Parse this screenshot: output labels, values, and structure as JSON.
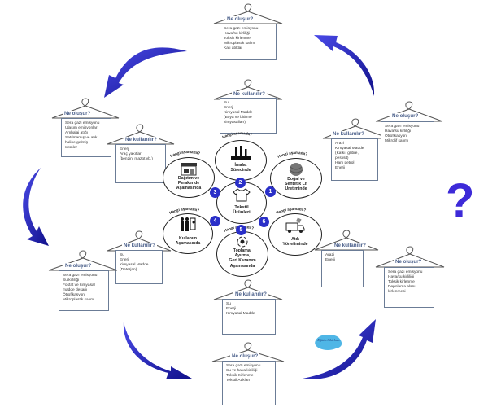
{
  "diagram": {
    "center": {
      "title_line1": "Tekstil",
      "title_line2": "Ürünleri"
    },
    "stage_prompt": "Hangi aşamada?",
    "stages": [
      {
        "number": "1",
        "label_lines": [
          "Doğal ve",
          "Sentetik Lif",
          "Üretiminde"
        ],
        "icon": "yarn-ball-icon"
      },
      {
        "number": "2",
        "label_lines": [
          "İmalat",
          "Sürecinde"
        ],
        "icon": "factory-icon"
      },
      {
        "number": "3",
        "label_lines": [
          "Dağıtım ve",
          "Perakende",
          "Aşamasında"
        ],
        "icon": "store-icon"
      },
      {
        "number": "4",
        "label_lines": [
          "Kullanım",
          "Aşamasında"
        ],
        "icon": "people-icon"
      },
      {
        "number": "5",
        "label_lines": [
          "Toplama,",
          "Ayırma,",
          "Geri Kazanım",
          "Aşamasında"
        ],
        "icon": "recycle-gear-icon"
      },
      {
        "number": "6",
        "label_lines": [
          "Atık",
          "Yönetiminde"
        ],
        "icon": "garbage-truck-icon"
      }
    ],
    "cards": {
      "top_olusur": {
        "title": "Ne oluşur?",
        "items": [
          "Sera gazı emisyonu",
          "Hava/su kirliliği",
          "Toksik kirlenme",
          "Mikroplastik salımı",
          "Katı atıklar"
        ]
      },
      "top_kullanilir": {
        "title": "Ne kullanılır?",
        "items": [
          "Su",
          "Enerji",
          "Kimyasal Madde",
          "(Boya ve bitirme",
          "kimyasalları)"
        ]
      },
      "left_olusur": {
        "title": "Ne oluşur?",
        "items": [
          "Sera gazı emisyonu",
          "Ulaşım emisyonları",
          "Ambalaj atığı",
          "Satılmamış ve atık",
          "haline gelmiş",
          "ürünler"
        ]
      },
      "left_kullanilir": {
        "title": "Ne kullanılır?",
        "items": [
          "Enerji",
          "Araç yakıtları",
          "(benzin, mazot vb.)"
        ]
      },
      "right_kullanilir": {
        "title": "Ne kullanılır?",
        "items": [
          "Arazi",
          "Kimyasal Madde",
          "(Katkı, gübre,",
          "pestisit)",
          "Ham petrol",
          "Enerji"
        ]
      },
      "right_olusur": {
        "title": "Ne oluşur?",
        "items": [
          "Sera gazı emisyonu",
          "Hava/su kirliliği",
          "Ötrofikasyon",
          "Mikrolif salımı"
        ]
      },
      "lowleft_kullanilir": {
        "title": "Ne kullanılır?",
        "items": [
          "Su",
          "Enerji",
          "Kimyasal Madde",
          "(Deterjan)"
        ]
      },
      "lowleft_olusur": {
        "title": "Ne oluşur?",
        "items": [
          "Sera gazı emisyonu",
          "Su kirliliği",
          "Fosfat ve kimyasal",
          "madde deşarjı",
          "Ötrofikasyon",
          "Mikroplastik salımı"
        ]
      },
      "lowright_kullanilir": {
        "title": "Ne kullanılır?",
        "items": [
          "Arazi",
          "Enerji"
        ]
      },
      "lowright_olusur": {
        "title": "Ne oluşur?",
        "items": [
          "Sera gazı emisyonu",
          "Hava/su kirliliği",
          "Toksik kirlenme",
          "Depolama alanı",
          "kirlenmesi"
        ]
      },
      "bottom_kullanilir": {
        "title": "Ne kullanılır?",
        "items": [
          "Su",
          "Enerji",
          "Kimyasal Madde"
        ]
      },
      "bottom_olusur": {
        "title": "Ne oluşur?",
        "items": [
          "Sera gazı emisyonu",
          "Su ve hava kirliliği",
          "Toksik Kirlenme",
          "Tekstil Atıkları"
        ]
      }
    },
    "question_mark": "?",
    "logo_text": "Eğitim Sihirbazı",
    "colors": {
      "accent": "#2a2fc8",
      "arrow": "#2f2fd0",
      "arrow_dark": "#12128a",
      "question": "#3d2ad8",
      "card_title": "#4a5f8a"
    }
  }
}
